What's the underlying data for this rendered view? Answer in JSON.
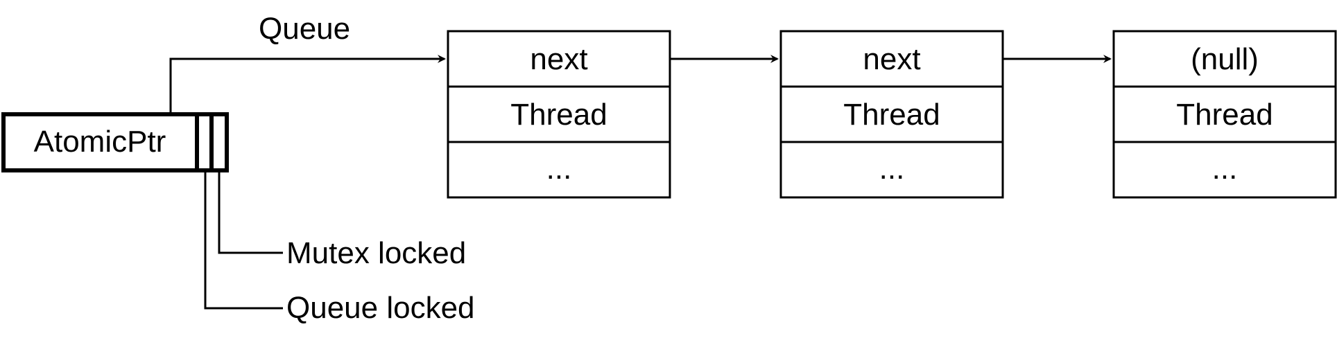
{
  "atomic_ptr": {
    "label": "AtomicPtr"
  },
  "queue_label": "Queue",
  "nodes": [
    {
      "fields": [
        "next",
        "Thread",
        "..."
      ]
    },
    {
      "fields": [
        "next",
        "Thread",
        "..."
      ]
    },
    {
      "fields": [
        "(null)",
        "Thread",
        "..."
      ]
    }
  ],
  "bit_labels": {
    "mutex": "Mutex locked",
    "queue": "Queue locked"
  },
  "colors": {
    "stroke": "#000000",
    "fill": "#ffffff"
  }
}
